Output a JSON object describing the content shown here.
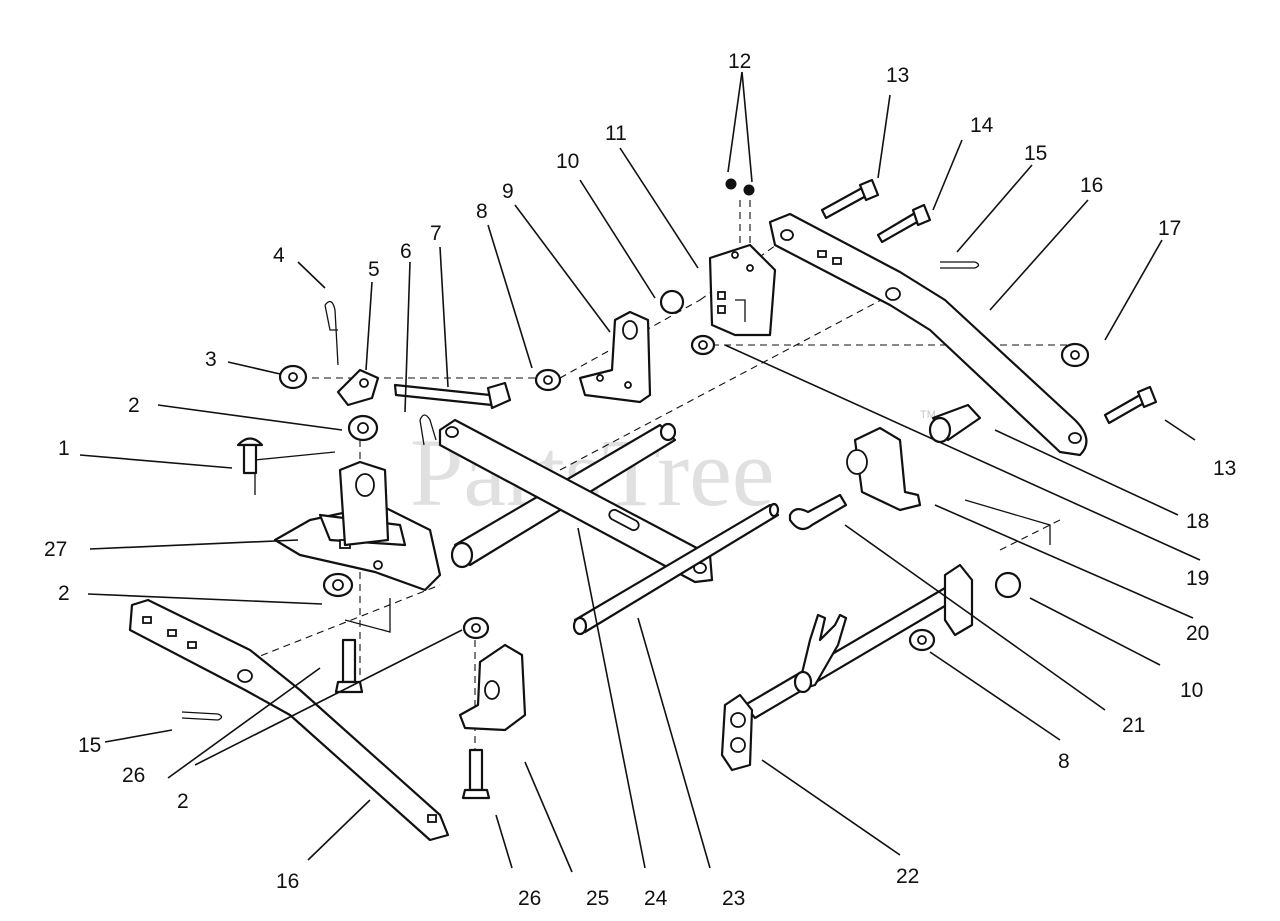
{
  "watermark": {
    "text": "PartsTree",
    "mark": "TM"
  },
  "callouts": [
    {
      "id": "c-1",
      "text": "1"
    },
    {
      "id": "c-2a",
      "text": "2"
    },
    {
      "id": "c-2b",
      "text": "2"
    },
    {
      "id": "c-2c",
      "text": "2"
    },
    {
      "id": "c-3",
      "text": "3"
    },
    {
      "id": "c-4",
      "text": "4"
    },
    {
      "id": "c-5",
      "text": "5"
    },
    {
      "id": "c-6",
      "text": "6"
    },
    {
      "id": "c-7",
      "text": "7"
    },
    {
      "id": "c-8a",
      "text": "8"
    },
    {
      "id": "c-8b",
      "text": "8"
    },
    {
      "id": "c-9",
      "text": "9"
    },
    {
      "id": "c-10a",
      "text": "10"
    },
    {
      "id": "c-10b",
      "text": "10"
    },
    {
      "id": "c-11",
      "text": "11"
    },
    {
      "id": "c-12",
      "text": "12"
    },
    {
      "id": "c-13a",
      "text": "13"
    },
    {
      "id": "c-13b",
      "text": "13"
    },
    {
      "id": "c-14",
      "text": "14"
    },
    {
      "id": "c-15a",
      "text": "15"
    },
    {
      "id": "c-15b",
      "text": "15"
    },
    {
      "id": "c-16a",
      "text": "16"
    },
    {
      "id": "c-16b",
      "text": "16"
    },
    {
      "id": "c-17",
      "text": "17"
    },
    {
      "id": "c-18",
      "text": "18"
    },
    {
      "id": "c-19",
      "text": "19"
    },
    {
      "id": "c-20",
      "text": "20"
    },
    {
      "id": "c-21",
      "text": "21"
    },
    {
      "id": "c-22",
      "text": "22"
    },
    {
      "id": "c-23",
      "text": "23"
    },
    {
      "id": "c-24",
      "text": "24"
    },
    {
      "id": "c-25",
      "text": "25"
    },
    {
      "id": "c-26a",
      "text": "26"
    },
    {
      "id": "c-26b",
      "text": "26"
    },
    {
      "id": "c-27",
      "text": "27"
    }
  ]
}
